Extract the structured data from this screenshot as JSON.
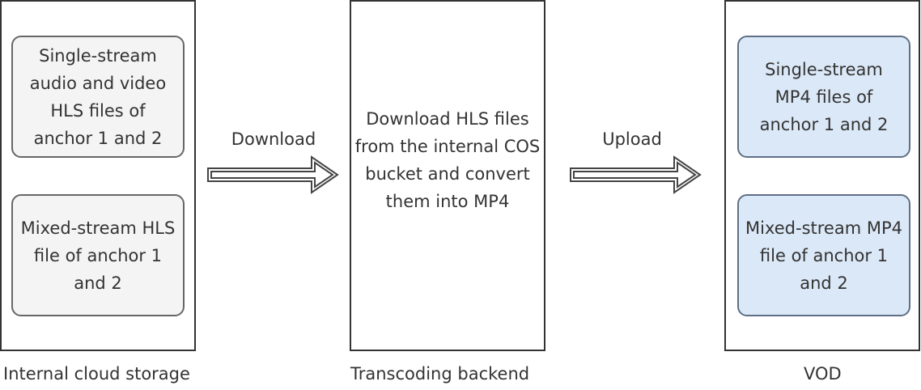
{
  "panels": {
    "storage": {
      "caption": "Internal cloud storage",
      "box1": "Single-stream audio and video HLS files of anchor 1 and 2",
      "box2": "Mixed-stream HLS file of anchor 1 and 2"
    },
    "backend": {
      "caption": "Transcoding backend",
      "text": "Download HLS files from the internal COS bucket and convert them into MP4"
    },
    "vod": {
      "caption": "VOD",
      "box1": "Single-stream MP4 files of anchor 1 and 2",
      "box2": "Mixed-stream MP4 file of anchor 1 and 2"
    }
  },
  "arrows": {
    "download": "Download",
    "upload": "Upload"
  },
  "colors": {
    "gray_box": "#f4f4f4",
    "blue_box": "#dbe8f7",
    "stroke": "#333333"
  }
}
